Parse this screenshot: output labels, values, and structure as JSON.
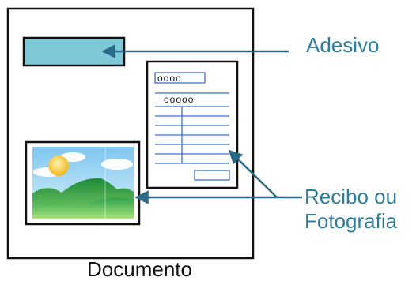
{
  "labels": {
    "sticker": "Adesivo",
    "receipt_photo_line1": "Recibo ou",
    "receipt_photo_line2": "Fotografia",
    "document": "Documento"
  },
  "receipt": {
    "field1": "oooo",
    "field2": "ooooo"
  },
  "colors": {
    "sticker_fill": "#7ec8d8",
    "arrow": "#2a6a86",
    "label_text": "#2e7d9b",
    "receipt_lines": "#3b6fd6",
    "outline": "#111111"
  }
}
